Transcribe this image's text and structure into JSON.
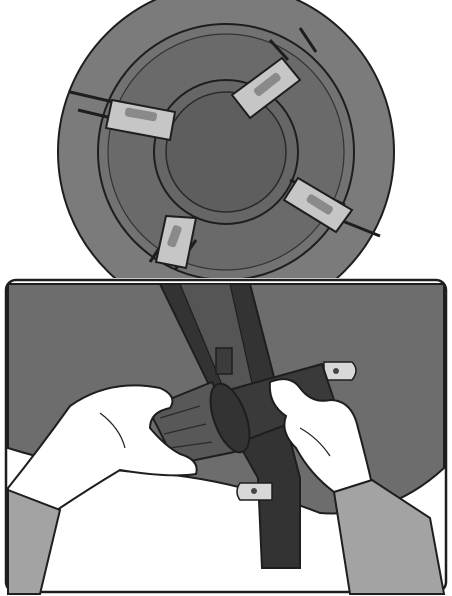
{
  "figures": [
    {
      "id": "top",
      "depicts": "wheel-with-four-strap-loops"
    },
    {
      "id": "bottom",
      "depicts": "hands-threading-strap-through-bracket"
    }
  ],
  "colors": {
    "outline": "#1e1e1e",
    "outer_ring": "#7b7b7b",
    "mid_ring": "#707070",
    "hub": "#5e5e5e",
    "strap_loop": "#c6c6c6",
    "strap_slot": "#8a8a8a",
    "seat_panel": "#6d6d6d",
    "strap_dark": "#333333",
    "skin": "#ffffff",
    "sleeve": "#a3a3a3"
  }
}
